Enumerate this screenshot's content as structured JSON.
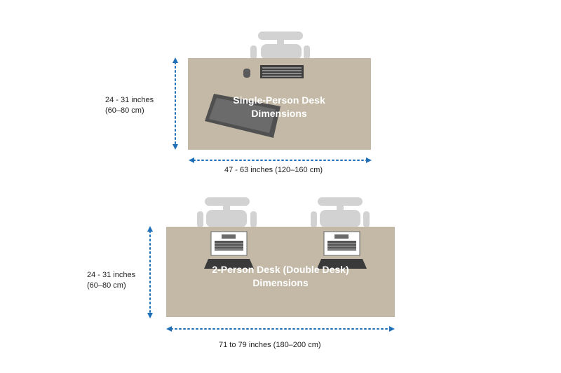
{
  "single_desk": {
    "title_line1": "Single-Person Desk",
    "title_line2": "Dimensions",
    "depth_line1": "24 - 31 inches",
    "depth_line2": "(60–80 cm)",
    "width_label": "47 - 63 inches (120–160 cm)"
  },
  "double_desk": {
    "title_line1": "2-Person Desk (Double Desk)",
    "title_line2": "Dimensions",
    "depth_line1": "24 - 31 inches",
    "depth_line2": "(60–80 cm)",
    "width_label": "71 to 79 inches (180–200 cm)"
  },
  "colors": {
    "desk": "#c3b9a6",
    "chair": "#d2d2d2",
    "arrow": "#1f6fb8",
    "device_dark": "#4a4a4a"
  },
  "icons": [
    "chair-icon",
    "keyboard-icon",
    "mouse-icon",
    "tablet-icon",
    "laptop-icon",
    "double-arrow-icon"
  ]
}
